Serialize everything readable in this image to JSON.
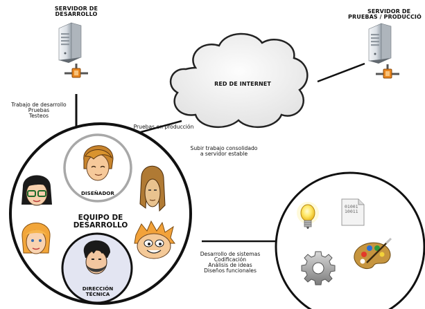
{
  "nodes": {
    "dev_server": {
      "label_line1": "SERVIDOR DE",
      "label_line2": "DESARROLLO"
    },
    "prod_server": {
      "label_line1": "SERVIDOR DE",
      "label_line2": "PRUEBAS / PRODUCCIÓ"
    },
    "internet": {
      "label": "RED DE INTERNET"
    },
    "team": {
      "label_line1": "EQUIPO DE",
      "label_line2": "DESARROLLO",
      "designer_label": "DISEÑADOR",
      "direction_line1": "DIRECCIÓN",
      "direction_line2": "TÉCNICA"
    },
    "tasks": {
      "binary_text_line1": "01001",
      "binary_text_line2": "10011"
    }
  },
  "edges": {
    "dev_to_team": {
      "line1": "Trabajo de desarrollo",
      "line2": "Pruebas",
      "line3": "Testeos"
    },
    "team_to_internet": {
      "label": "Pruebas en producción"
    },
    "internet_to_prod": {
      "line1": "Subir trabajo consolidado",
      "line2": "a servidor estable"
    },
    "team_to_tasks": {
      "line1": "Desarrollo de sistemas",
      "line2": "Codificación",
      "line3": "Análisis de ideas",
      "line4": "Diseños funcionales"
    }
  },
  "colors": {
    "line": "#111111",
    "server_body": "#dde2e7",
    "server_connector": "#e8861f",
    "cloud_fill": "#eeeeee",
    "designer_ring": "#a8a8a8",
    "direction_fill": "#e3e5f2"
  },
  "icons": [
    "server-icon",
    "cloud-icon",
    "lightbulb-icon",
    "binary-document-icon",
    "gear-icon",
    "palette-icon"
  ]
}
